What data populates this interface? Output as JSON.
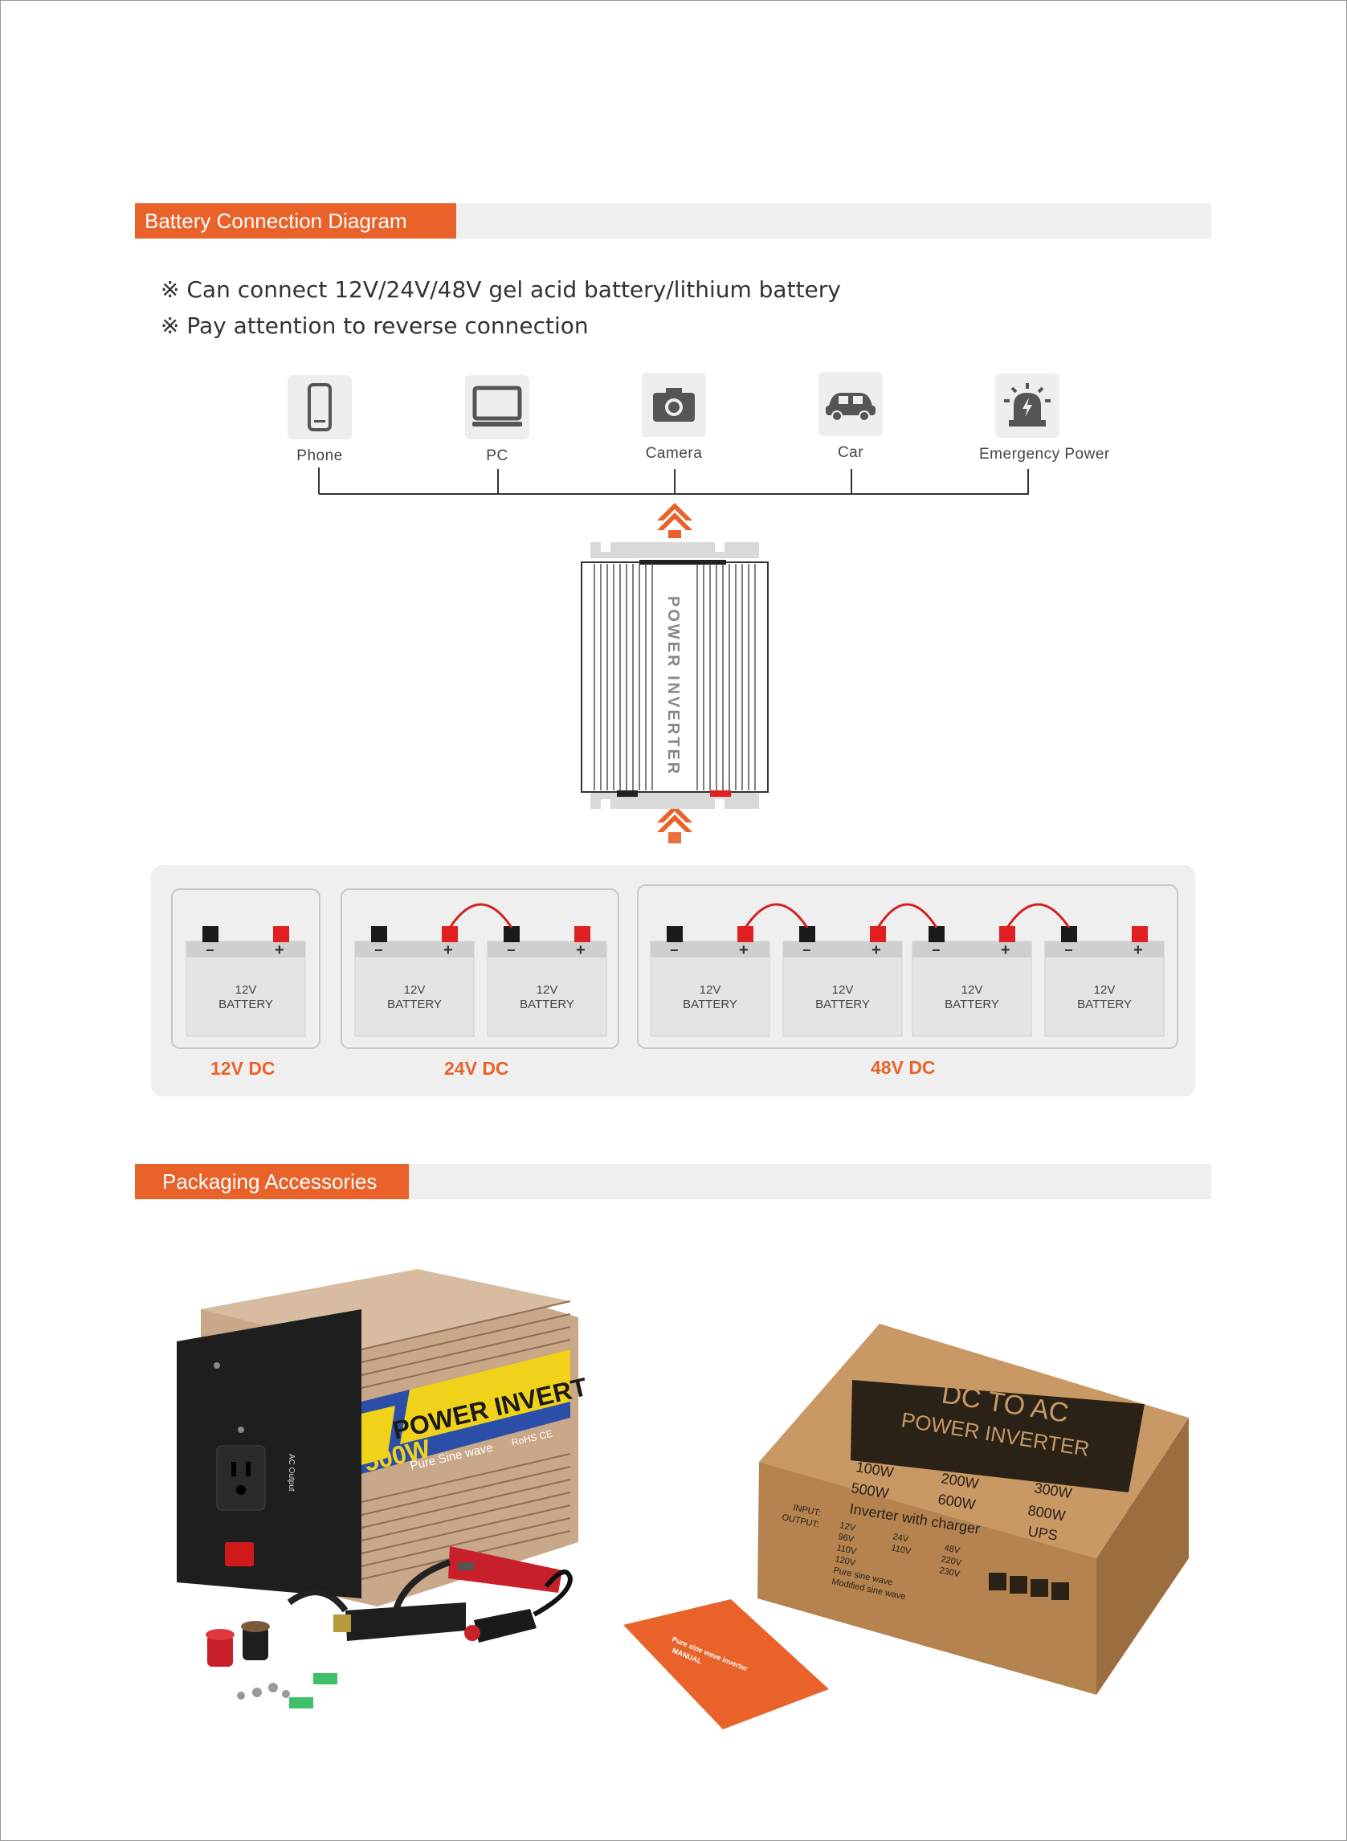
{
  "section1": {
    "title": "Battery Connection Diagram"
  },
  "notes": [
    "※ Can connect 12V/24V/48V gel acid battery/lithium battery",
    "※ Pay attention to reverse connection"
  ],
  "devices": [
    {
      "label": "Phone",
      "icon": "phone-icon"
    },
    {
      "label": "PC",
      "icon": "pc-icon"
    },
    {
      "label": "Camera",
      "icon": "camera-icon"
    },
    {
      "label": "Car",
      "icon": "car-icon"
    },
    {
      "label": "Emergency Power",
      "icon": "emergency-light-icon"
    }
  ],
  "inverter": {
    "label": "POWER INVERTER"
  },
  "battery": {
    "line1": "12V",
    "line2": "BATTERY"
  },
  "battery_groups": [
    {
      "label": "12V DC",
      "count": 1
    },
    {
      "label": "24V DC",
      "count": 2
    },
    {
      "label": "48V DC",
      "count": 4
    }
  ],
  "colors": {
    "accent": "#e8622a",
    "positive": "#e02020",
    "negative": "#1a1a1a"
  },
  "section2": {
    "title": "Packaging Accessories"
  },
  "product": {
    "brand_text": "POWER INVERTER",
    "wattage": "500W",
    "wave": "Pure Sine wave",
    "marks": "RoHS CE",
    "outlet_label": "AC Output"
  },
  "box": {
    "headline": "DC TO AC",
    "subheadline": "POWER INVERTER",
    "watt_options": [
      "100W",
      "200W",
      "300W",
      "500W",
      "600W",
      "800W"
    ],
    "extra_options": [
      "Inverter with charger",
      "UPS"
    ],
    "input_label": "INPUT:",
    "output_label": "OUTPUT:",
    "input_options": [
      "12V",
      "24V",
      "48V",
      "96V",
      "110V"
    ],
    "output_options": [
      "110V",
      "120V",
      "220V",
      "230V"
    ],
    "wave_options": [
      "Pure sine wave",
      "Modified sine wave"
    ]
  },
  "manual": {
    "line1": "Pure sine wave inverter",
    "line2": "MANUAL"
  }
}
